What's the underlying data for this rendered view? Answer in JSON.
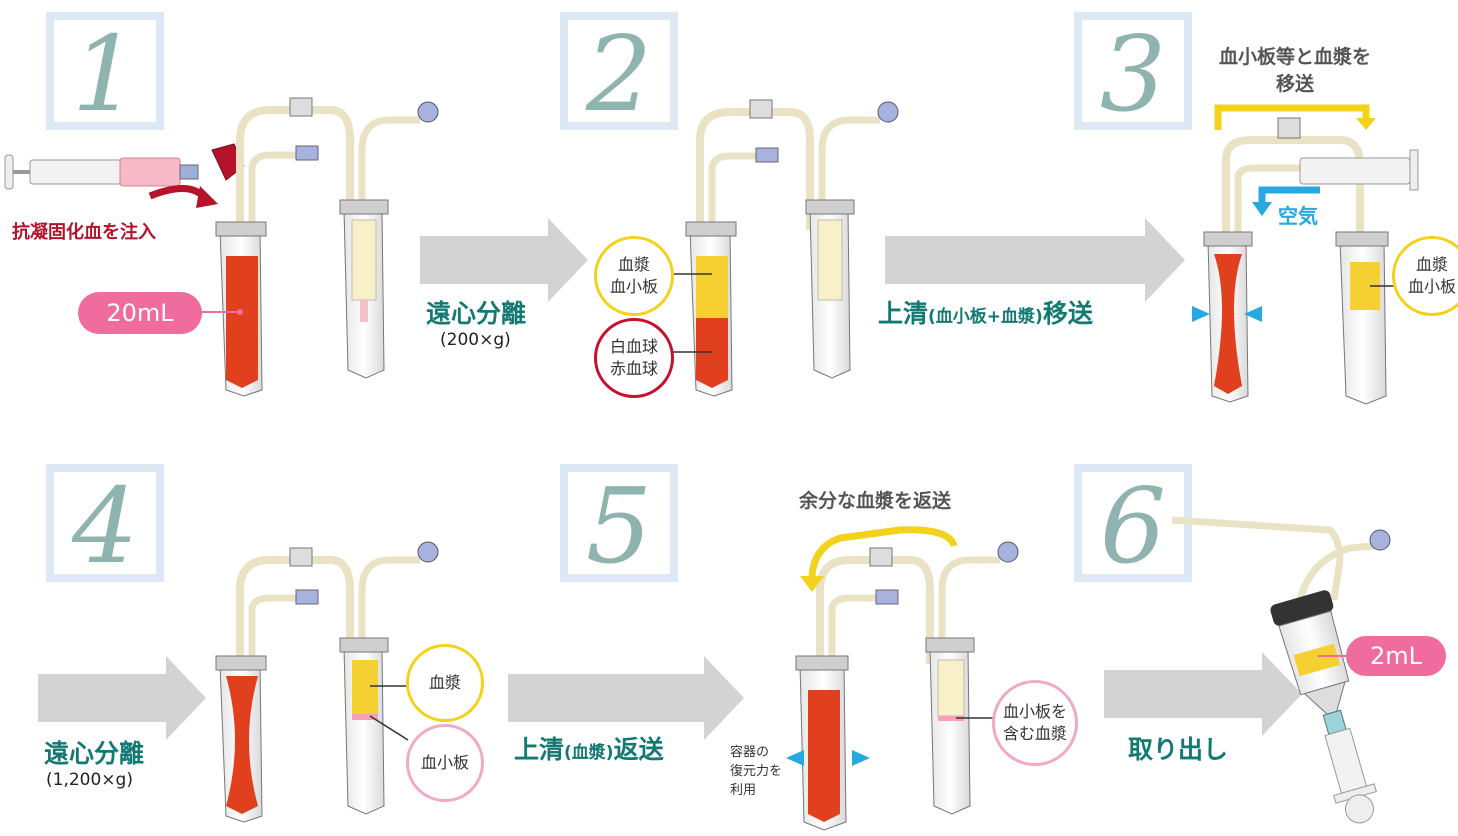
{
  "steps": [
    {
      "num": "1"
    },
    {
      "num": "2"
    },
    {
      "num": "3"
    },
    {
      "num": "4"
    },
    {
      "num": "5"
    },
    {
      "num": "6"
    }
  ],
  "step1": {
    "inject_label": "抗凝固化血を注入",
    "volume_pill": "20mL"
  },
  "step2": {
    "arrow_main": "遠心分離",
    "arrow_sub": "(200×g)",
    "circle_top": {
      "line1": "血漿",
      "line2": "血小板"
    },
    "circle_bottom": {
      "line1": "白血球",
      "line2": "赤血球"
    }
  },
  "step3": {
    "arrow_main": "上清",
    "arrow_paren": "(血小板+血漿)",
    "arrow_tail": "移送",
    "transfer_caption": {
      "line1": "血小板等と血漿を",
      "line2": "移送"
    },
    "air_label": "空気",
    "circle": {
      "line1": "血漿",
      "line2": "血小板"
    }
  },
  "step4": {
    "arrow_main": "遠心分離",
    "arrow_sub": "(1,200×g)",
    "circle_plasma": "血漿",
    "circle_platelet": "血小板"
  },
  "step5": {
    "arrow_main": "上清",
    "arrow_paren": "(血漿)",
    "arrow_tail": "返送",
    "return_caption": "余分な血漿を返送",
    "restore_note": {
      "line1": "容器の",
      "line2": "復元力を",
      "line3": "利用"
    },
    "circle": {
      "line1": "血小板を",
      "line2": "含む血漿"
    }
  },
  "step6": {
    "arrow_main": "取り出し",
    "volume_pill": "2mL"
  },
  "colors": {
    "teal": "#127a72",
    "blood": "#e0401d",
    "plasma": "#f5d033",
    "pink": "#f06b9e",
    "yellow_ring": "#f3d21b",
    "red_ring": "#c8102e",
    "pink_ring": "#f2a9c4",
    "blue_arrow": "#27a8e0",
    "number_box": "#dce9f4"
  }
}
